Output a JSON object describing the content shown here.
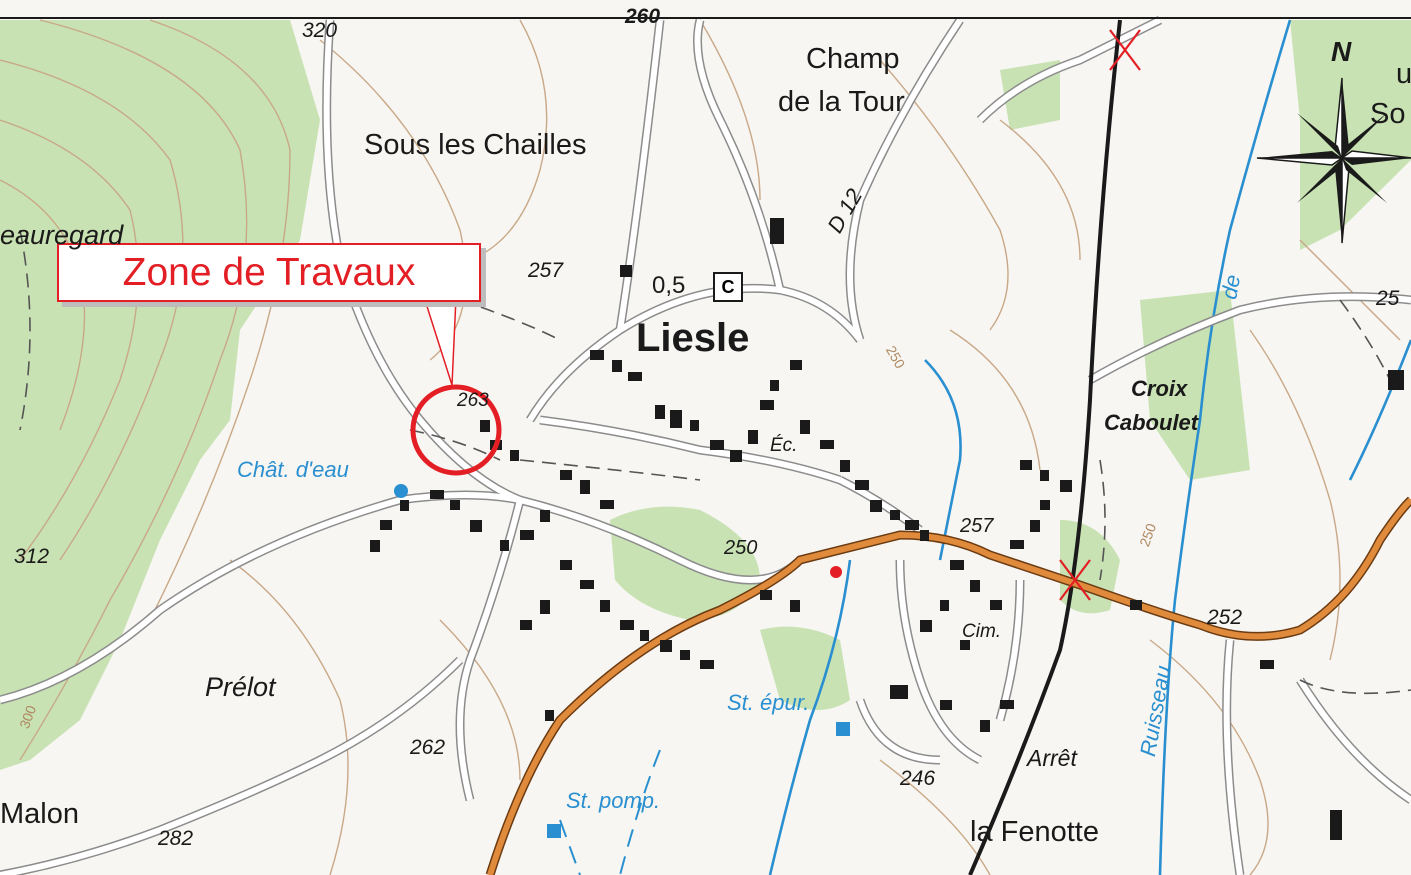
{
  "callout": {
    "label": "Zone de Travaux",
    "color": "#e31e24"
  },
  "compass": {
    "label": "N"
  },
  "places": {
    "champ1": "Champ",
    "champ2": "de la Tour",
    "sous_les_chailles": "Sous les Chailles",
    "beauregard": "eauregard",
    "liesle": "Liesle",
    "croix": "Croix",
    "caboulet": "Caboulet",
    "prelot": "Prélot",
    "malon": "Malon",
    "arret": "Arrêt",
    "la_fenotte": "la Fenotte",
    "edge_so": "So",
    "edge_u": "u"
  },
  "altitudes": {
    "a320": "320",
    "a260": "260",
    "a257_n": "257",
    "a263": "263",
    "a312": "312",
    "a250": "250",
    "a257_e": "257",
    "a252": "252",
    "a262": "262",
    "a246": "246",
    "a282": "282",
    "a25x": "25",
    "c300": "300",
    "c250a": "250",
    "c250b": "250"
  },
  "features": {
    "road_d12": "D 12",
    "distance": "0,5",
    "badge": "C",
    "chat_deau": "Chât. d'eau",
    "ec": "Éc.",
    "cim": "Cim.",
    "st_epur": "St. épur.",
    "st_pomp": "St. pomp.",
    "ruisseau": "Ruisseau",
    "de": "de"
  },
  "colors": {
    "forest": "#c8e2b3",
    "road_main": "#e08a3c",
    "water": "#2a8fd0",
    "contour": "#c9a887",
    "building": "#1a1a1a",
    "highlight": "#e31e24"
  }
}
